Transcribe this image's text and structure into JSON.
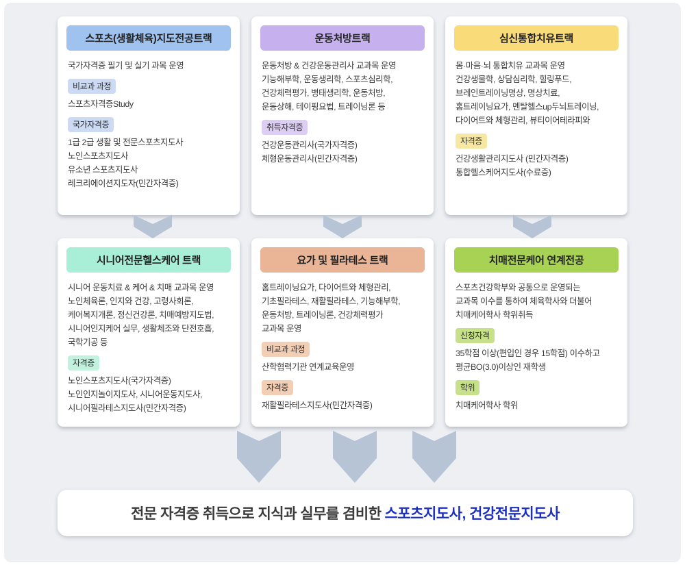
{
  "page": {
    "background_color": "#edeff3",
    "arrow_color": "#b6c4d6"
  },
  "cards": [
    {
      "id": "sports-leadership",
      "title": "스포츠(생활체육)지도전공트랙",
      "header_color": "#9fc2ee",
      "badge_color": "#ccdaf4",
      "sections": [
        {
          "type": "text",
          "lines": [
            "국가자격증 필기 및 실기 과목 운영"
          ]
        },
        {
          "type": "badge",
          "label": "비교과 과정"
        },
        {
          "type": "text",
          "lines": [
            "스포츠자격증Study"
          ]
        },
        {
          "type": "badge",
          "label": "국가자격증"
        },
        {
          "type": "text",
          "lines": [
            "1급 2급 생활 및 전문스포츠지도사",
            "노인스포츠지도사",
            "유소년 스포츠지도사",
            "레크리에이션지도자(민간자격증)"
          ]
        }
      ]
    },
    {
      "id": "exercise-prescription",
      "title": "운동처방트랙",
      "header_color": "#c6b1ee",
      "badge_color": "#dccdf3",
      "sections": [
        {
          "type": "text",
          "lines": [
            "운동처방 & 건강운동관리사 교과목 운영",
            "기능해부학, 운동생리학, 스포츠심리학,",
            "건강체력평가, 병태생리학, 운동처방,",
            "운동상해, 테이핑요법, 트레이닝론 등"
          ]
        },
        {
          "type": "badge",
          "label": "취득자격증"
        },
        {
          "type": "text",
          "lines": [
            "건강운동관리사(국가자격증)",
            "체형운동관리사(민간자격증)"
          ]
        }
      ]
    },
    {
      "id": "mind-body-healing",
      "title": "심신통합치유트랙",
      "header_color": "#f9db79",
      "badge_color": "#f6e7a3",
      "sections": [
        {
          "type": "text",
          "lines": [
            "몸·마음·뇌 통합치유 교과목 운영",
            "건강생물학, 상담심리학, 힐링푸드,",
            "브레인트레이닝명상, 명상치료,",
            "홈트레이닝요가, 멘탈헬스up두뇌트레이닝,",
            "다이어트와 체형관리, 뷰티이어테라피와"
          ]
        },
        {
          "type": "badge",
          "label": "자격증"
        },
        {
          "type": "text",
          "lines": [
            "건강생활관리지도사 (민간자격증)",
            "통합헬스케어지도사(수료증)"
          ]
        }
      ]
    },
    {
      "id": "senior-healthcare",
      "title": "시니어전문헬스케어 트랙",
      "header_color": "#a9eed6",
      "badge_color": "#c2f1de",
      "sections": [
        {
          "type": "text",
          "lines": [
            "시니어 운동치료 & 케어 & 치매 교과목 운영",
            "노인체육론, 인지와 건강, 고령사회론,",
            "케어복지개론, 정신건강론, 치매예방지도법,",
            "시니어인지케어 실무, 생활체조와 단전호흡,",
            "국학기공 등"
          ]
        },
        {
          "type": "badge",
          "label": "자격증"
        },
        {
          "type": "text",
          "lines": [
            "노인스포츠지도사(국가자격증)",
            "노인인지놀이지도사, 시니어운동지도사,",
            "시니어필라테스지도사(민간자격증)"
          ]
        }
      ]
    },
    {
      "id": "yoga-pilates",
      "title": "요가 및 필라테스 트랙",
      "header_color": "#eab596",
      "badge_color": "#f2cfb4",
      "sections": [
        {
          "type": "text",
          "lines": [
            "홈트레이닝요가, 다이어트와 체형관리,",
            "기초필라테스, 재활필라테스, 기능해부학,",
            "운동처방, 트레이닝론, 건강체력평가",
            "교과목 운영"
          ]
        },
        {
          "type": "badge",
          "label": "비교과 과정"
        },
        {
          "type": "text",
          "lines": [
            "산학협력기관 연계교육운영"
          ]
        },
        {
          "type": "badge",
          "label": "자격증"
        },
        {
          "type": "text",
          "lines": [
            "재활필라테스지도사(민간자격증)"
          ]
        }
      ]
    },
    {
      "id": "dementia-care",
      "title": "치매전문케어 연계전공",
      "header_color": "#a8d254",
      "badge_color": "#c6e18a",
      "sections": [
        {
          "type": "text",
          "lines": [
            "스포츠건강학부와 공통으로 운영되는",
            "교과목 이수를 통하여 체육학사와 더불어",
            "치매케어학사 학위취득"
          ]
        },
        {
          "type": "badge",
          "label": "신청자격"
        },
        {
          "type": "text",
          "lines": [
            "35학점 이상(편입인 경우 15학점) 이수하고",
            "평균BO(3.0)이상인 재학생"
          ]
        },
        {
          "type": "badge",
          "label": "학위"
        },
        {
          "type": "text",
          "lines": [
            "치매케어학사 학위"
          ]
        }
      ]
    }
  ],
  "banner": {
    "text_plain": "전문 자격증 취득으로 지식과 실무를 겸비한",
    "text_highlight": "스포츠지도사, 건강전문지도사",
    "highlight_color": "#1c2fc4"
  }
}
